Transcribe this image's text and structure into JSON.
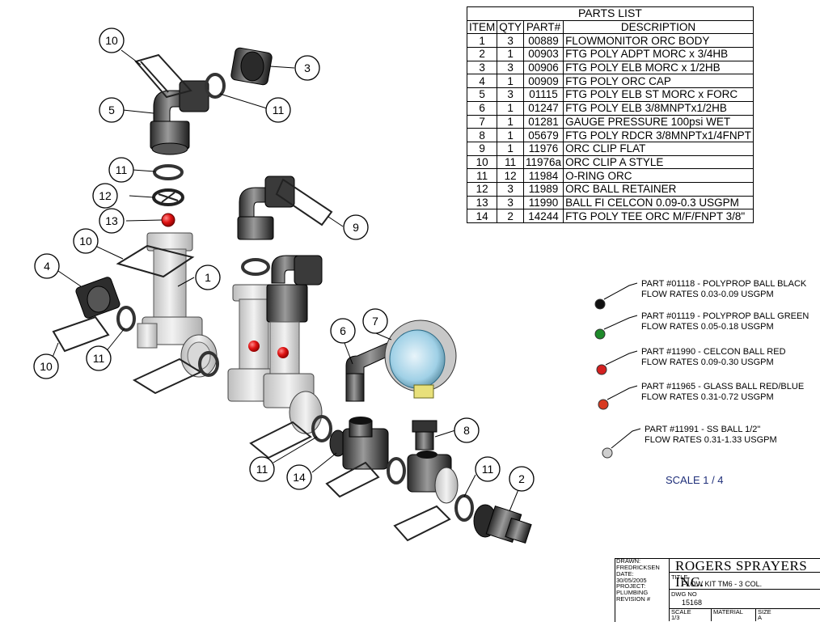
{
  "parts_list": {
    "title": "PARTS LIST",
    "headers": [
      "ITEM",
      "QTY",
      "PART#",
      "DESCRIPTION"
    ],
    "rows": [
      [
        "1",
        "3",
        "00889",
        "FLOWMONITOR ORC BODY"
      ],
      [
        "2",
        "1",
        "00903",
        "FTG POLY ADPT MORC x 3/4HB"
      ],
      [
        "3",
        "3",
        "00906",
        "FTG POLY ELB MORC x 1/2HB"
      ],
      [
        "4",
        "1",
        "00909",
        "FTG POLY ORC CAP"
      ],
      [
        "5",
        "3",
        "01115",
        "FTG POLY ELB ST MORC x FORC"
      ],
      [
        "6",
        "1",
        "01247",
        "FTG POLY ELB 3/8MNPTx1/2HB"
      ],
      [
        "7",
        "1",
        "01281",
        "GAUGE PRESSURE 100psi WET"
      ],
      [
        "8",
        "1",
        "05679",
        "FTG POLY RDCR 3/8MNPTx1/4FNPT"
      ],
      [
        "9",
        "1",
        "11976",
        "ORC CLIP FLAT"
      ],
      [
        "10",
        "11",
        "11976a",
        "ORC CLIP A STYLE"
      ],
      [
        "11",
        "12",
        "11984",
        "O-RING ORC"
      ],
      [
        "12",
        "3",
        "11989",
        "ORC BALL RETAINER"
      ],
      [
        "13",
        "3",
        "11990",
        "BALL FI CELCON 0.09-0.3 USGPM"
      ],
      [
        "14",
        "2",
        "14244",
        "FTG POLY TEE ORC M/F/FNPT 3/8\""
      ]
    ]
  },
  "balls_legend": [
    {
      "part": "PART #01118 - POLYPROP BALL BLACK",
      "flow": "FLOW RATES 0.03-0.09 USGPM",
      "color": "#111111"
    },
    {
      "part": "PART #01119 - POLYPROP BALL GREEN",
      "flow": "FLOW RATES 0.05-0.18 USGPM",
      "color": "#1e8a2a"
    },
    {
      "part": "PART #11990 - CELCON BALL RED",
      "flow": "FLOW RATES 0.09-0.30 USGPM",
      "color": "#d42020"
    },
    {
      "part": "PART #11965 - GLASS BALL RED/BLUE",
      "flow": "FLOW RATES 0.31-0.72 USGPM",
      "color": "#d83a22"
    },
    {
      "part": "PART #11991 - SS BALL 1/2\"",
      "flow": "FLOW RATES 0.31-1.33 USGPM",
      "color": "#cfcfcf"
    }
  ],
  "scale_note": "SCALE 1 / 4",
  "callouts": [
    "10",
    "3",
    "5",
    "11",
    "11",
    "12",
    "13",
    "9",
    "10",
    "4",
    "1",
    "11",
    "10",
    "7",
    "6",
    "8",
    "11",
    "14",
    "11",
    "2"
  ],
  "title_block": {
    "company": "ROGERS SPRAYERS INC.",
    "drawn_label": "DRAWN:",
    "drawn_value": "FREDRICKSEN",
    "date_label": "DATE:",
    "date_value": "30/05/2005",
    "project_label": "PROJECT:",
    "project_value": "PLUMBING",
    "revision_label": "REVISION #",
    "title_label": "TITLE",
    "title_value": "FLOW KIT TM6 - 3 COL.",
    "dwg_label": "DWG NO",
    "dwg_value": "15168",
    "scale_label": "SCALE",
    "scale_value": "1/3",
    "material_label": "MATERIAL",
    "size_label": "SIZE",
    "size_value": "A"
  }
}
